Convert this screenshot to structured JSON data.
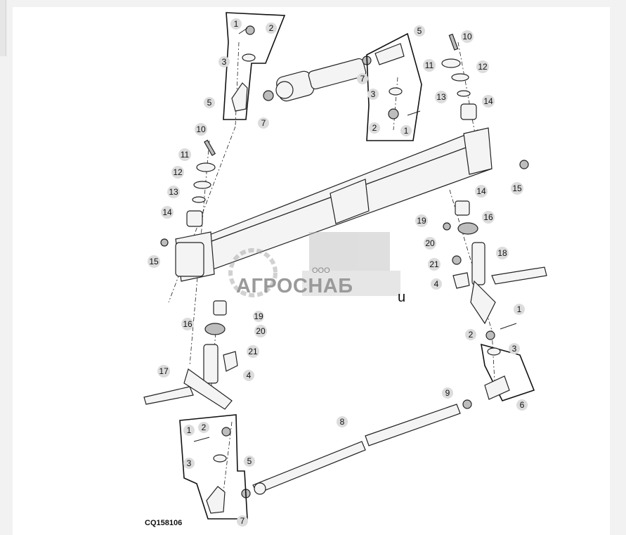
{
  "diagram": {
    "code": "CQ158106",
    "watermark": {
      "ooo": "ООО",
      "brand": "АГРОСНАБ",
      "suffix": "u"
    }
  },
  "callouts": [
    {
      "n": "1"
    },
    {
      "n": "2"
    },
    {
      "n": "3"
    },
    {
      "n": "5"
    },
    {
      "n": "7"
    },
    {
      "n": "5"
    },
    {
      "n": "7"
    },
    {
      "n": "3"
    },
    {
      "n": "2"
    },
    {
      "n": "1"
    },
    {
      "n": "10"
    },
    {
      "n": "11"
    },
    {
      "n": "12"
    },
    {
      "n": "13"
    },
    {
      "n": "14"
    },
    {
      "n": "15"
    },
    {
      "n": "10"
    },
    {
      "n": "11"
    },
    {
      "n": "12"
    },
    {
      "n": "13"
    },
    {
      "n": "14"
    },
    {
      "n": "15"
    },
    {
      "n": "14"
    },
    {
      "n": "16"
    },
    {
      "n": "19"
    },
    {
      "n": "20"
    },
    {
      "n": "21"
    },
    {
      "n": "18"
    },
    {
      "n": "4"
    },
    {
      "n": "1"
    },
    {
      "n": "2"
    },
    {
      "n": "3"
    },
    {
      "n": "6"
    },
    {
      "n": "9"
    },
    {
      "n": "19"
    },
    {
      "n": "20"
    },
    {
      "n": "16"
    },
    {
      "n": "21"
    },
    {
      "n": "4"
    },
    {
      "n": "17"
    },
    {
      "n": "8"
    },
    {
      "n": "1"
    },
    {
      "n": "2"
    },
    {
      "n": "3"
    },
    {
      "n": "5"
    },
    {
      "n": "7"
    }
  ]
}
